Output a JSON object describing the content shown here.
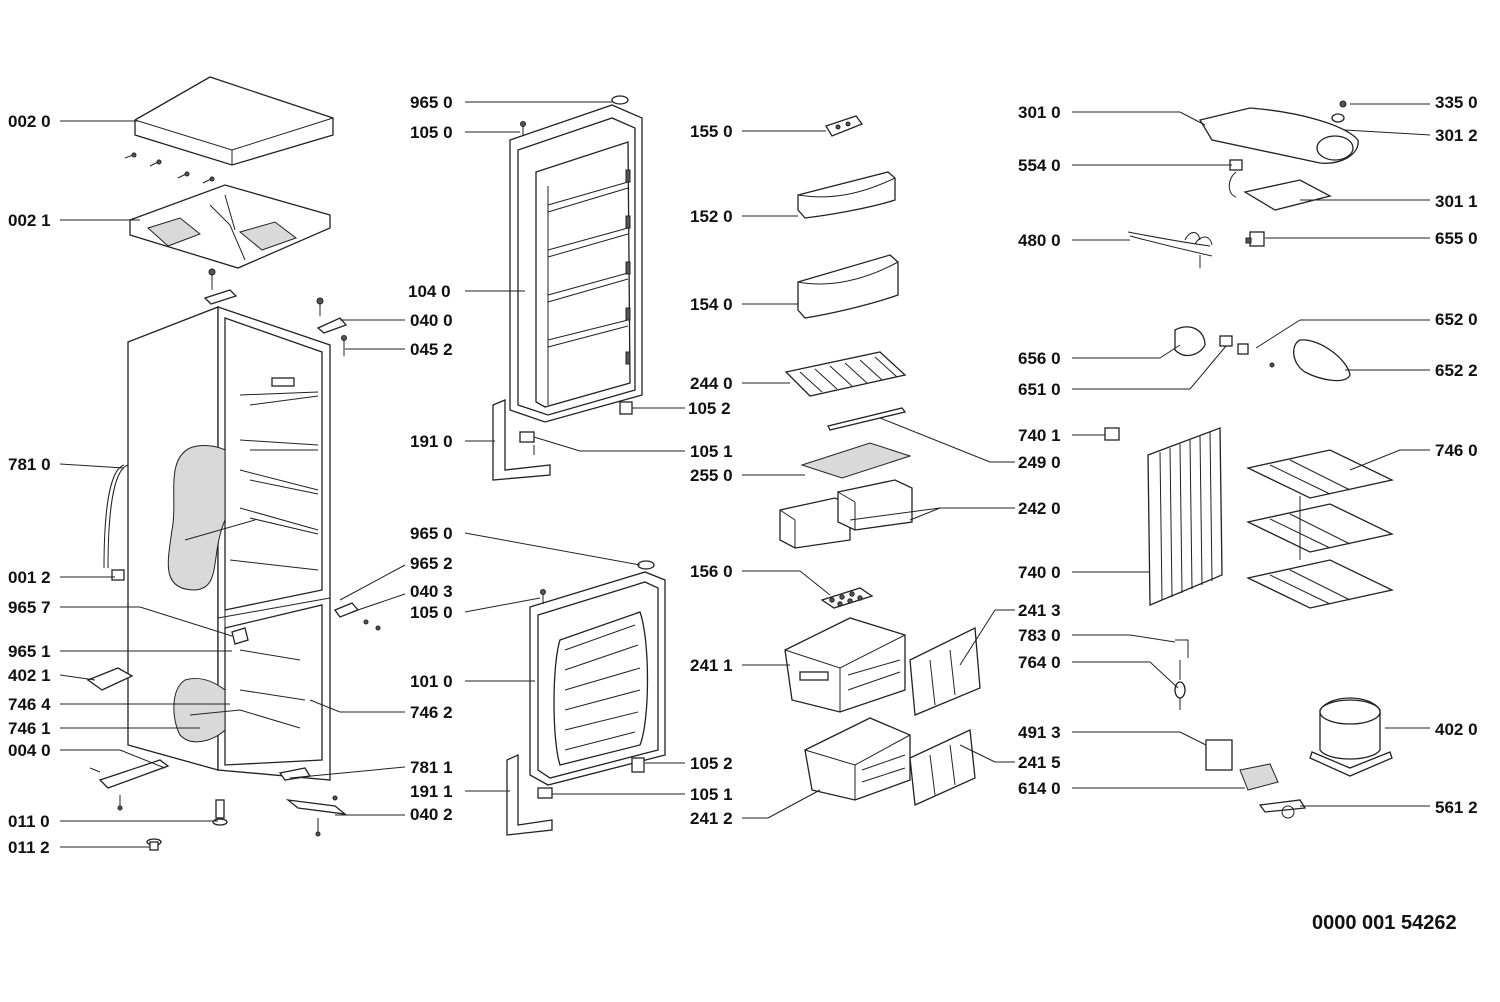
{
  "labels": {
    "l0020": "002 0",
    "l0021": "002 1",
    "l7810": "781 0",
    "l0012": "001 2",
    "l9657": "965 7",
    "l9651": "965 1",
    "l4021": "402 1",
    "l7464": "746 4",
    "l7461": "746 1",
    "l0040": "004 0",
    "l0110": "011 0",
    "l0112": "011 2",
    "l0400": "040 0",
    "l0452": "045 2",
    "l9652": "965 2",
    "l0403": "040 3",
    "l1050b": "105 0",
    "l7462": "746 2",
    "l7811": "781 1",
    "l1911": "191 1",
    "l0402": "040 2",
    "l9650a": "965 0",
    "l1050a": "105 0",
    "l1040": "104 0",
    "l1910": "191 0",
    "l9650b": "965 0",
    "l1010": "101 0",
    "l1550": "155 0",
    "l1520": "152 0",
    "l1540": "154 0",
    "l2440": "244 0",
    "l1052a": "105 2",
    "l1051a": "105 1",
    "l2550": "255 0",
    "l1560": "156 0",
    "l2411": "241 1",
    "l1052b": "105 2",
    "l1051b": "105 1",
    "l2412": "241 2",
    "l3010": "301 0",
    "l5540": "554 0",
    "l4800": "480 0",
    "l6560": "656 0",
    "l6510": "651 0",
    "l7401": "740 1",
    "l2490": "249 0",
    "l2420": "242 0",
    "l7400": "740 0",
    "l2413": "241 3",
    "l7830": "783 0",
    "l7640": "764 0",
    "l4913": "491 3",
    "l2415": "241 5",
    "l6140": "614 0",
    "l3350": "335 0",
    "l3012": "301 2",
    "l3011": "301 1",
    "l6550": "655 0",
    "l6520": "652 0",
    "l6522": "652 2",
    "l7460": "746 0",
    "l4020": "402 0",
    "l5612": "561 2"
  },
  "document_number": "0000 001 54262"
}
